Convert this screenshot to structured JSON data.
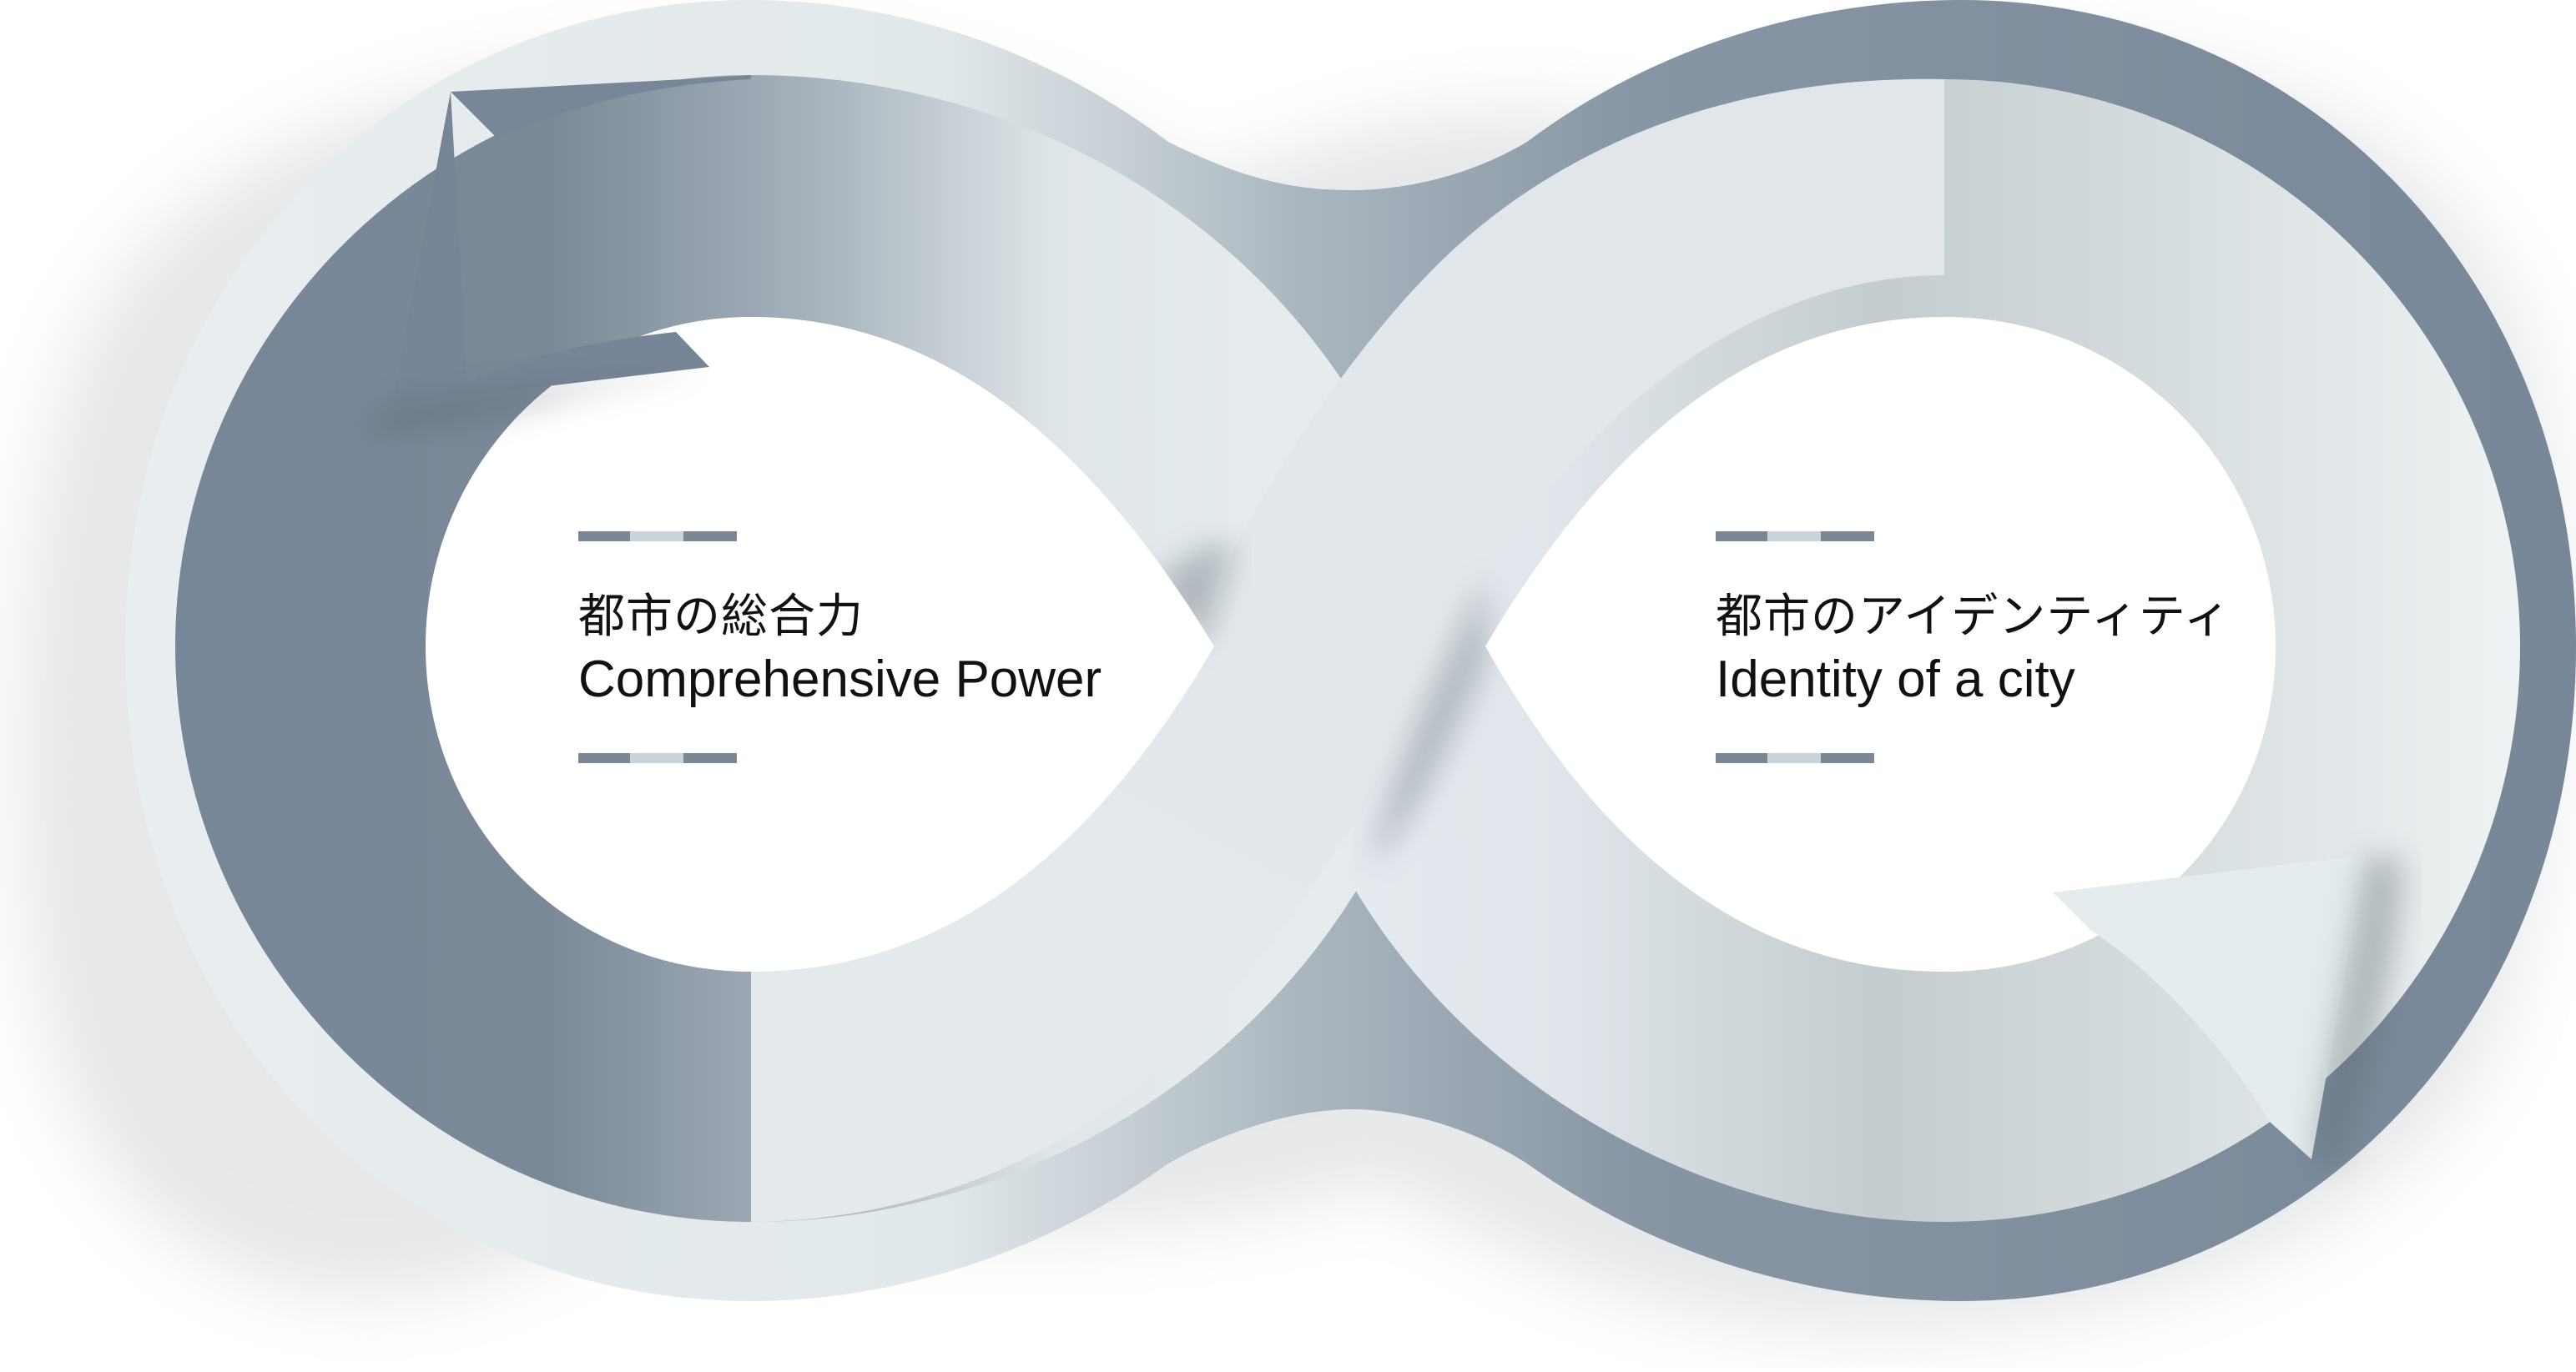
{
  "left_node": {
    "title_jp": "都市の総合力",
    "title_en": "Comprehensive Power"
  },
  "right_node": {
    "title_jp": "都市のアイデンティティ",
    "title_en": "Identity of a city"
  },
  "colors": {
    "dark_band": "#788798",
    "light_band": "#e3eaec",
    "divider_dark": "#7a8896",
    "divider_light": "#c9d3da",
    "text": "#111111"
  }
}
